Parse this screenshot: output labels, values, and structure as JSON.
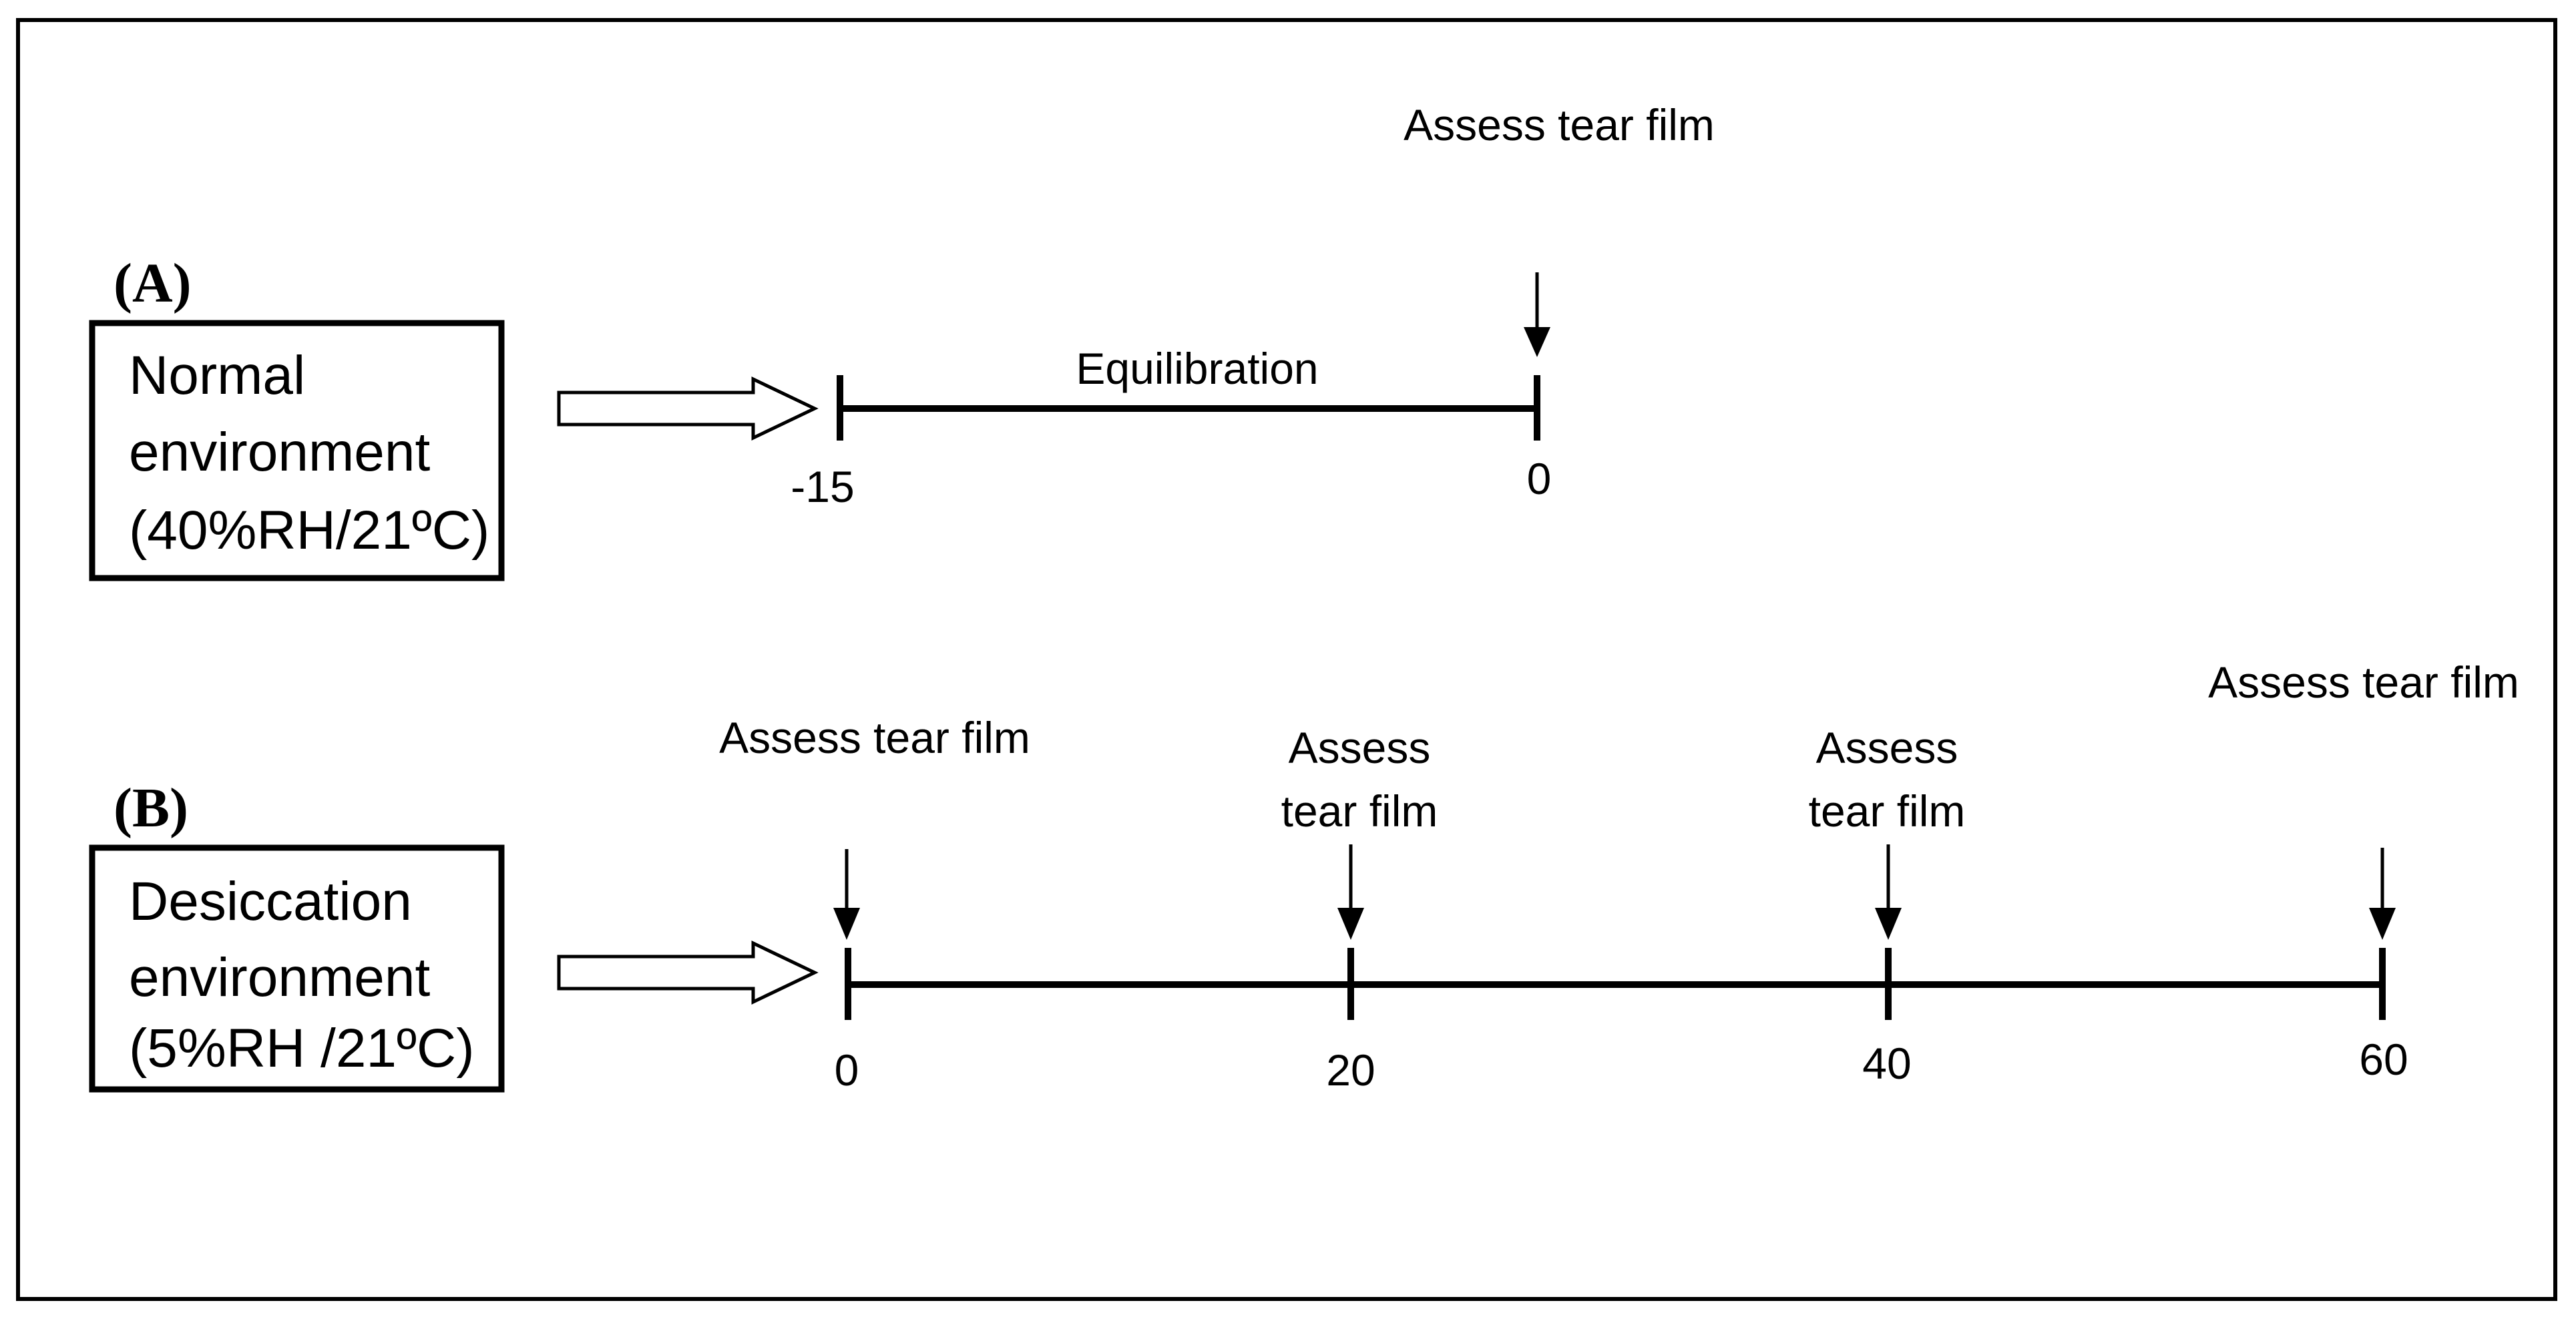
{
  "panel_a": {
    "label": "(A)",
    "box_lines": [
      "Normal",
      "environment",
      "(40%RH/21ºC)"
    ],
    "segment_label": "Equilibration",
    "ticks": [
      "-15",
      "0"
    ],
    "assess_label": "Assess tear film"
  },
  "panel_b": {
    "label": "(B)",
    "box_lines": [
      "Desiccation",
      "environment",
      "(5%RH /21ºC)"
    ],
    "ticks": [
      "0",
      "20",
      "40",
      "60"
    ],
    "assess_labels": [
      [
        "Assess tear film"
      ],
      [
        "Assess",
        "tear film"
      ],
      [
        "Assess",
        "tear film"
      ],
      [
        "Assess tear film"
      ]
    ]
  }
}
